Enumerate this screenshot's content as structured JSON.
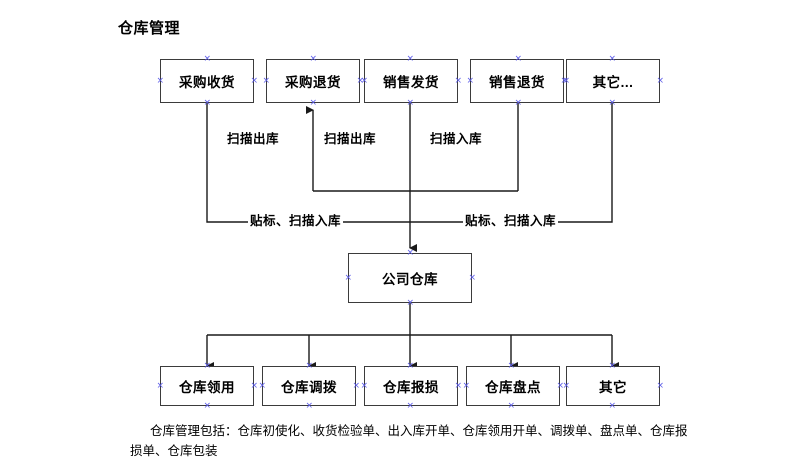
{
  "title": "仓库管理",
  "nodes": {
    "top": [
      {
        "id": "purchase-receipt",
        "label": "采购收货"
      },
      {
        "id": "purchase-return",
        "label": "采购退货"
      },
      {
        "id": "sales-shipment",
        "label": "销售发货"
      },
      {
        "id": "sales-return",
        "label": "销售退货"
      },
      {
        "id": "top-other",
        "label": "其它..."
      }
    ],
    "center": {
      "id": "company-warehouse",
      "label": "公司仓库"
    },
    "bottom": [
      {
        "id": "warehouse-requisition",
        "label": "仓库领用"
      },
      {
        "id": "warehouse-transfer",
        "label": "仓库调拨"
      },
      {
        "id": "warehouse-damage",
        "label": "仓库报损"
      },
      {
        "id": "warehouse-stocktake",
        "label": "仓库盘点"
      },
      {
        "id": "bottom-other",
        "label": "其它"
      }
    ]
  },
  "edge_labels": {
    "scan_out_1": "扫描出库",
    "scan_out_2": "扫描出库",
    "scan_in_1": "扫描入库",
    "label_scan_in_left": "贴标、扫描入库",
    "label_scan_in_right": "贴标、扫描入库"
  },
  "caption": "仓库管理包括：仓库初使化、收货检验单、出入库开单、仓库领用开单、调拨单、盘点单、仓库报损单、仓库包装",
  "colors": {
    "stroke": "#3b3b3b",
    "wire": "#1a1a1a",
    "handle": "#5a5ae8",
    "background": "#ffffff",
    "text": "#000000"
  }
}
